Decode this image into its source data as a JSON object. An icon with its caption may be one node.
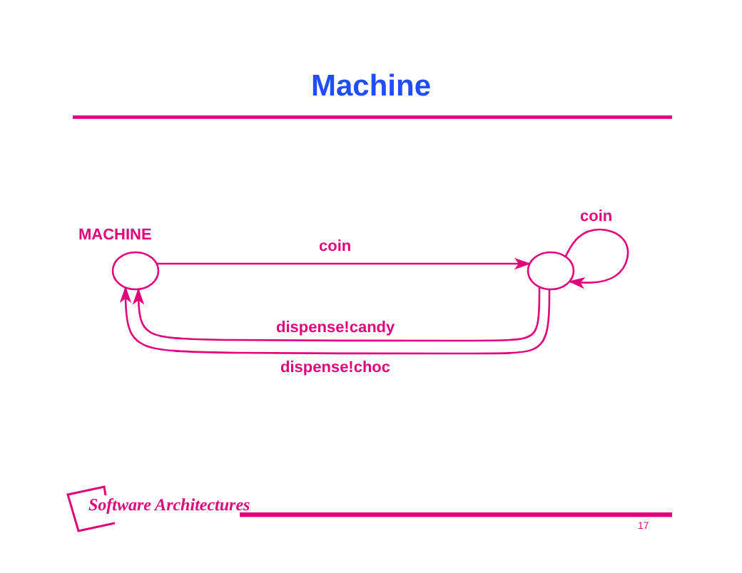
{
  "diagram": {
    "title": "Machine",
    "nodes": [
      {
        "text": [],
        "shape": "circle",
        "beside": [
          "MACHINE"
        ]
      },
      {
        "text": [],
        "shape": "circle"
      }
    ],
    "edges": [
      {
        "from": 0,
        "to": 1,
        "arrow": "to",
        "label": "coin"
      },
      {
        "from": 1,
        "to": 1,
        "arrow": "to",
        "label": "coin"
      },
      {
        "from": 1,
        "to": 0,
        "arrow": "to",
        "label": "dispense!candy"
      },
      {
        "from": 1,
        "to": 0,
        "arrow": "to",
        "label": "dispense!choc"
      }
    ],
    "labels": [
      "Software Architectures",
      "17"
    ]
  }
}
